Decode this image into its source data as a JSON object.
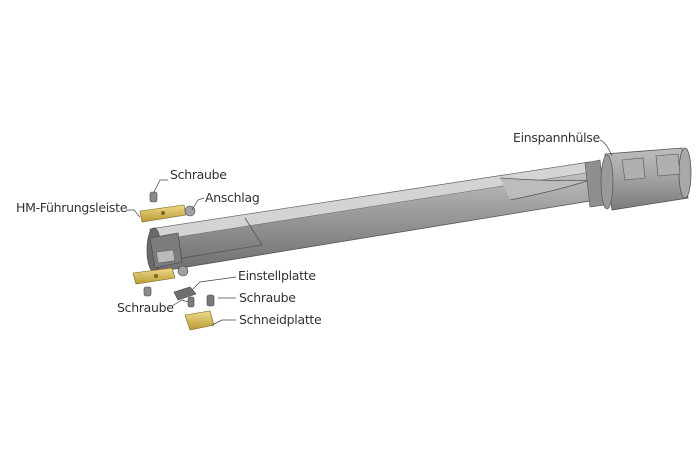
{
  "labels": {
    "einspannhuelse": "Einspannhülse",
    "schraube_top": "Schraube",
    "anschlag": "Anschlag",
    "hm_fuehrungsleiste": "HM-Führungsleiste",
    "einstellplatte": "Einstellplatte",
    "schraube_right": "Schraube",
    "schraube_left": "Schraube",
    "schneidplatte": "Schneidplatte"
  },
  "colors": {
    "steel": "#9a9a9c",
    "carbide_gold": "#d9bd5a",
    "label": "#333333"
  }
}
